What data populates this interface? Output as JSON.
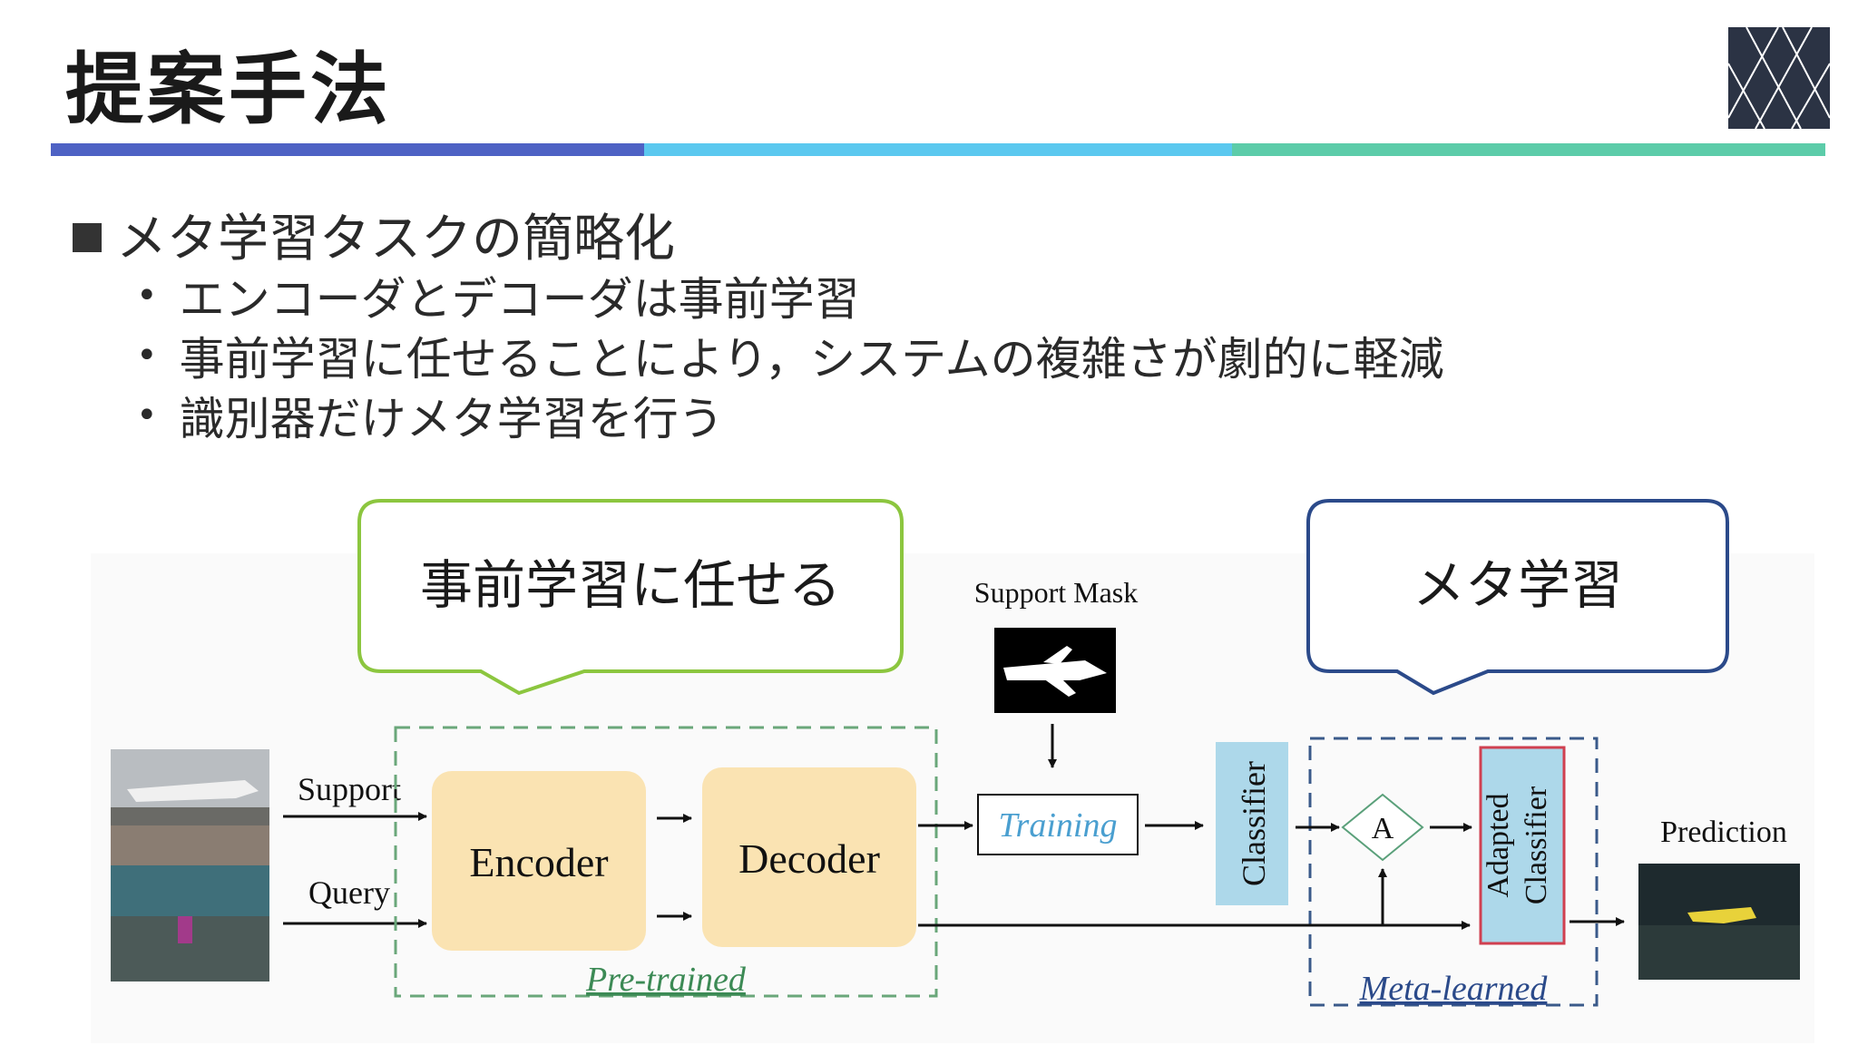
{
  "slide": {
    "title": "提案手法",
    "colors": {
      "bar1": "#4e62c4",
      "bar2": "#5bc8ef",
      "bar3": "#5ccca9",
      "green": "#8cc63f",
      "navy": "#2b4a8a"
    },
    "main_bullet": "メタ学習タスクの簡略化",
    "sub_bullets": [
      "エンコーダとデコーダは事前学習",
      "事前学習に任せることにより，システムの複雑さが劇的に軽減",
      "識別器だけメタ学習を行う"
    ],
    "callouts": {
      "pretrain": "事前学習に任せる",
      "meta": "メタ学習"
    }
  },
  "diagram": {
    "support_label": "Support",
    "query_label": "Query",
    "encoder": "Encoder",
    "decoder": "Decoder",
    "pretrained": "Pre-trained",
    "support_mask": "Support Mask",
    "training": "Training",
    "classifier": "Classifier",
    "a_node": "A",
    "adapted_line1": "Adapted",
    "adapted_line2": "Classifier",
    "meta_learned": "Meta-learned",
    "prediction": "Prediction"
  }
}
